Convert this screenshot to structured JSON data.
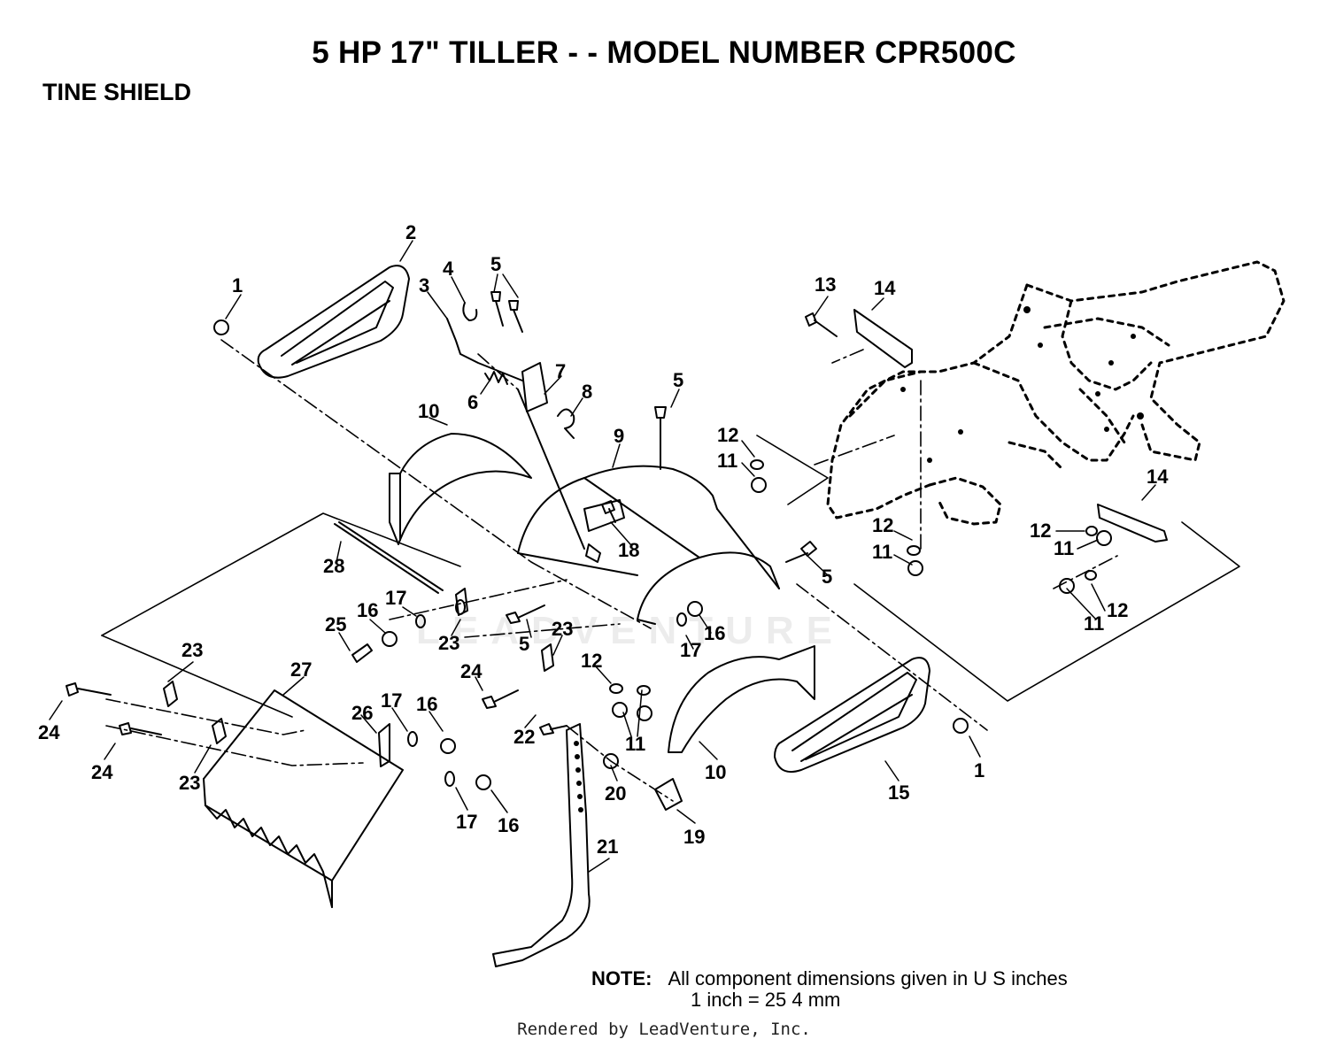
{
  "title": "5 HP 17\" TILLER - - MODEL NUMBER CPR500C",
  "section_title": "TINE SHIELD",
  "watermark": "LEADVENTURE",
  "note": {
    "label": "NOTE:",
    "line1": "All component dimensions given in U S  inches",
    "line2": "1 inch = 25 4 mm"
  },
  "footer": "Rendered by LeadVenture, Inc.",
  "callouts": [
    {
      "id": "c-1a",
      "text": "1"
    },
    {
      "id": "c-2",
      "text": "2"
    },
    {
      "id": "c-3",
      "text": "3"
    },
    {
      "id": "c-4",
      "text": "4"
    },
    {
      "id": "c-5a",
      "text": "5"
    },
    {
      "id": "c-6",
      "text": "6"
    },
    {
      "id": "c-7",
      "text": "7"
    },
    {
      "id": "c-8",
      "text": "8"
    },
    {
      "id": "c-5b",
      "text": "5"
    },
    {
      "id": "c-9",
      "text": "9"
    },
    {
      "id": "c-10a",
      "text": "10"
    },
    {
      "id": "c-12a",
      "text": "12"
    },
    {
      "id": "c-11a",
      "text": "11"
    },
    {
      "id": "c-13",
      "text": "13"
    },
    {
      "id": "c-14a",
      "text": "14"
    },
    {
      "id": "c-14b",
      "text": "14"
    },
    {
      "id": "c-12b",
      "text": "12"
    },
    {
      "id": "c-11b",
      "text": "11"
    },
    {
      "id": "c-12c",
      "text": "12"
    },
    {
      "id": "c-11c",
      "text": "11"
    },
    {
      "id": "c-12d",
      "text": "12"
    },
    {
      "id": "c-11d",
      "text": "11"
    },
    {
      "id": "c-5c",
      "text": "5"
    },
    {
      "id": "c-18",
      "text": "18"
    },
    {
      "id": "c-28",
      "text": "28"
    },
    {
      "id": "c-17a",
      "text": "17"
    },
    {
      "id": "c-16a",
      "text": "16"
    },
    {
      "id": "c-25",
      "text": "25"
    },
    {
      "id": "c-23a",
      "text": "23"
    },
    {
      "id": "c-23b",
      "text": "23"
    },
    {
      "id": "c-5d",
      "text": "5"
    },
    {
      "id": "c-16b",
      "text": "16"
    },
    {
      "id": "c-17b",
      "text": "17"
    },
    {
      "id": "c-23c",
      "text": "23"
    },
    {
      "id": "c-24a",
      "text": "24"
    },
    {
      "id": "c-12e",
      "text": "12"
    },
    {
      "id": "c-11e",
      "text": "11"
    },
    {
      "id": "c-27",
      "text": "27"
    },
    {
      "id": "c-23d",
      "text": "23"
    },
    {
      "id": "c-24b",
      "text": "24"
    },
    {
      "id": "c-24c",
      "text": "24"
    },
    {
      "id": "c-26",
      "text": "26"
    },
    {
      "id": "c-17c",
      "text": "17"
    },
    {
      "id": "c-16c",
      "text": "16"
    },
    {
      "id": "c-22",
      "text": "22"
    },
    {
      "id": "c-10b",
      "text": "10"
    },
    {
      "id": "c-15",
      "text": "15"
    },
    {
      "id": "c-1b",
      "text": "1"
    },
    {
      "id": "c-20",
      "text": "20"
    },
    {
      "id": "c-19",
      "text": "19"
    },
    {
      "id": "c-21",
      "text": "21"
    },
    {
      "id": "c-17d",
      "text": "17"
    },
    {
      "id": "c-16d",
      "text": "16"
    }
  ]
}
